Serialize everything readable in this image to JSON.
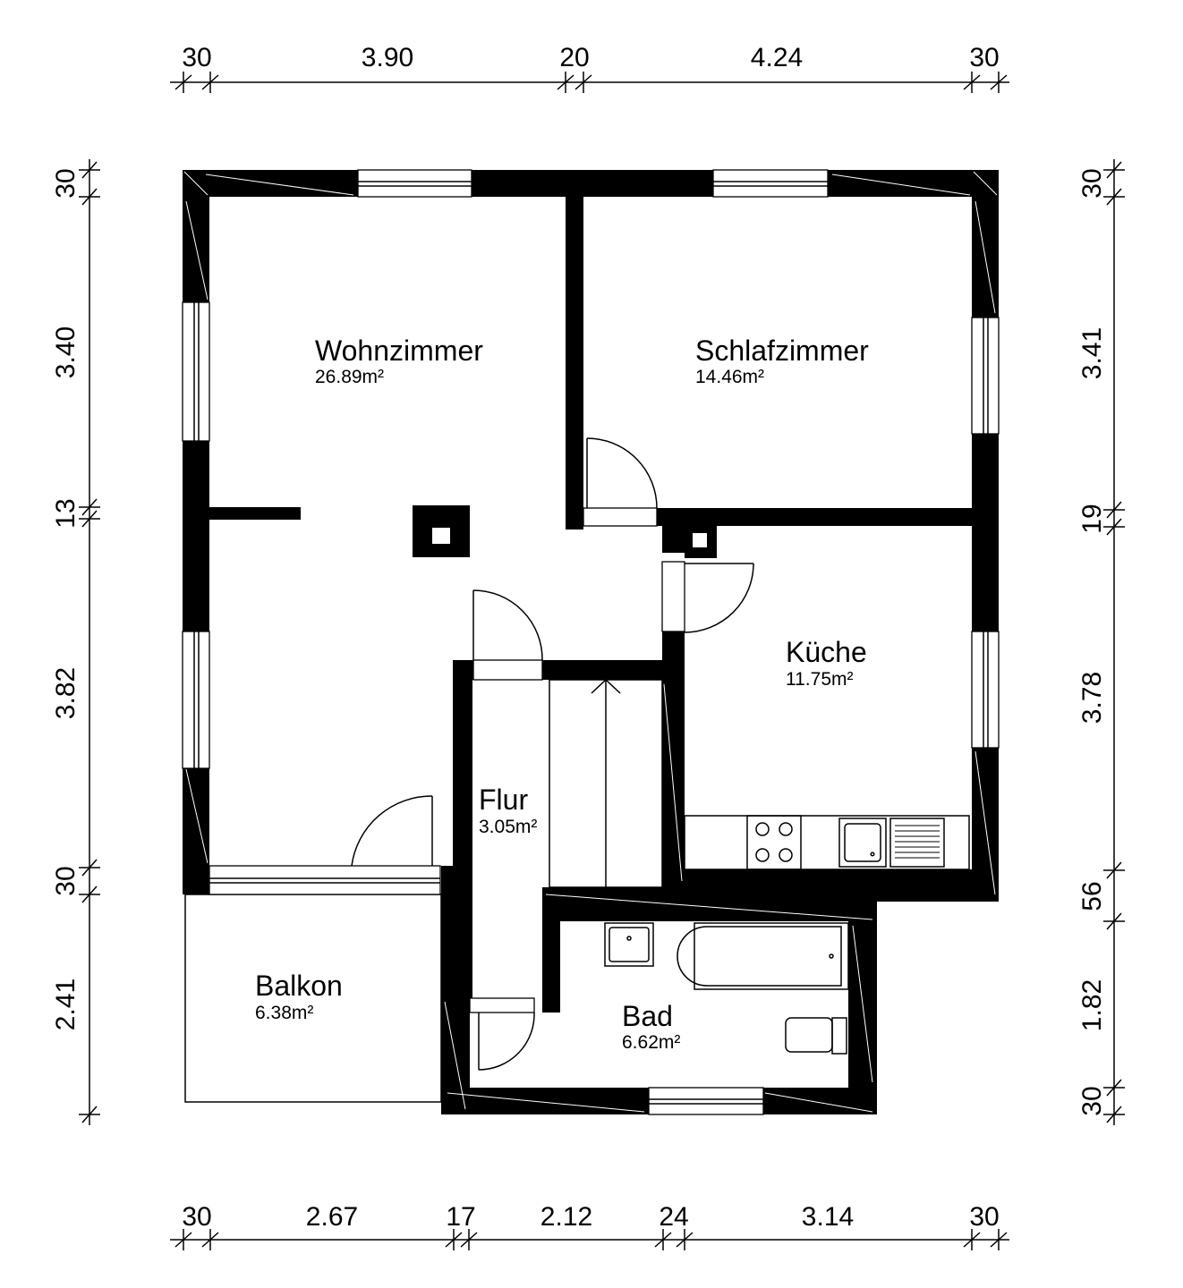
{
  "dimensions": {
    "top": [
      "30",
      "3.90",
      "20",
      "4.24",
      "30"
    ],
    "bottom": [
      "30",
      "2.67",
      "17",
      "2.12",
      "24",
      "3.14",
      "30"
    ],
    "left": [
      "30",
      "3.40",
      "13",
      "3.82",
      "30",
      "2.41"
    ],
    "right": [
      "30",
      "3.41",
      "19",
      "3.78",
      "56",
      "1.82",
      "30"
    ]
  },
  "rooms": {
    "wohnzimmer": {
      "name": "Wohnzimmer",
      "area": "26.89m²"
    },
    "schlafzimmer": {
      "name": "Schlafzimmer",
      "area": "14.46m²"
    },
    "kueche": {
      "name": "Küche",
      "area": "11.75m²"
    },
    "flur": {
      "name": "Flur",
      "area": "3.05m²"
    },
    "balkon": {
      "name": "Balkon",
      "area": "6.38m²"
    },
    "bad": {
      "name": "Bad",
      "area": "6.62m²"
    }
  }
}
